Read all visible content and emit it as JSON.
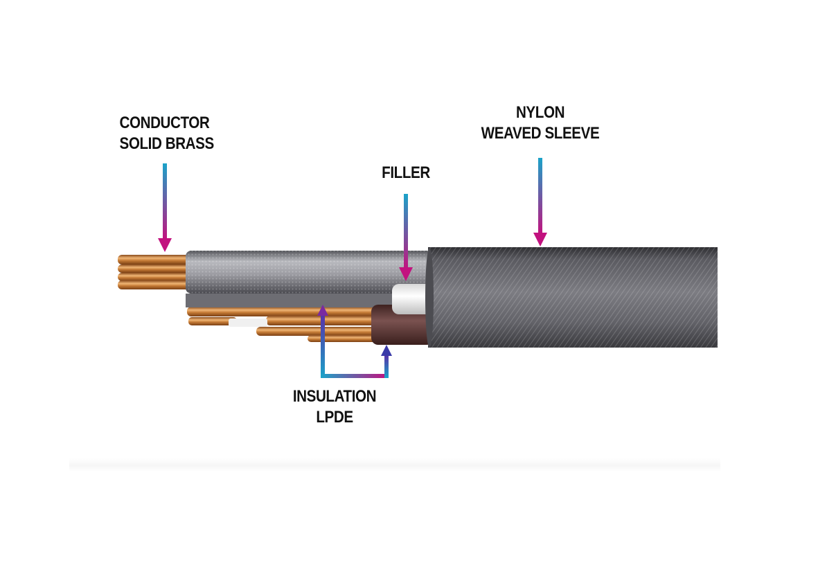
{
  "labels": {
    "conductor": {
      "line1": "CONDUCTOR",
      "line2": "SOLID BRASS"
    },
    "nylon": {
      "line1": "NYLON",
      "line2": "WEAVED SLEEVE"
    },
    "filler": {
      "line1": "FILLER"
    },
    "insulation": {
      "line1": "INSULATION",
      "line2": "LPDE"
    }
  },
  "colors": {
    "arrow_top": "#1aa3c9",
    "arrow_bottom": "#c2127f",
    "copper": "#c47a35",
    "sleeve": "#6e6e72",
    "braid": "#a8a8ae",
    "insulation": "#5a3634",
    "filler": "#f2f2f2"
  }
}
